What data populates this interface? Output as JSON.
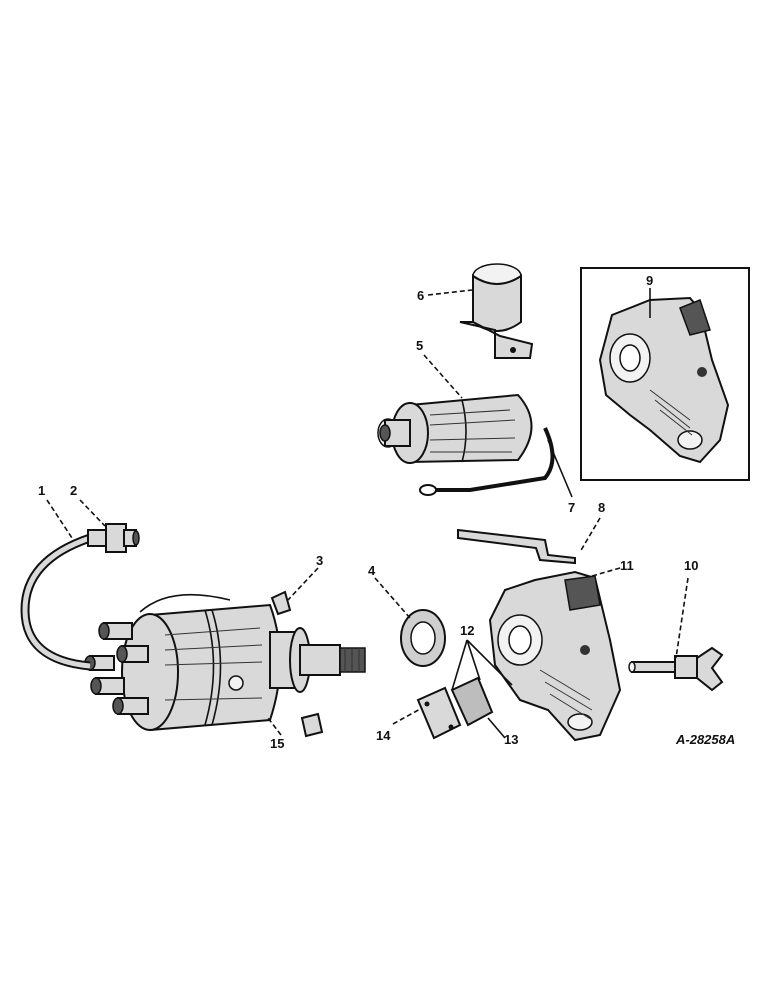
{
  "callouts": {
    "c1": "1",
    "c2": "2",
    "c3": "3",
    "c4": "4",
    "c5": "5",
    "c6": "6",
    "c7": "7",
    "c8": "8",
    "c9": "9",
    "c10": "10",
    "c11": "11",
    "c12": "12",
    "c13": "13",
    "c14": "14",
    "c15": "15"
  },
  "drawing_code": "A-28258A"
}
